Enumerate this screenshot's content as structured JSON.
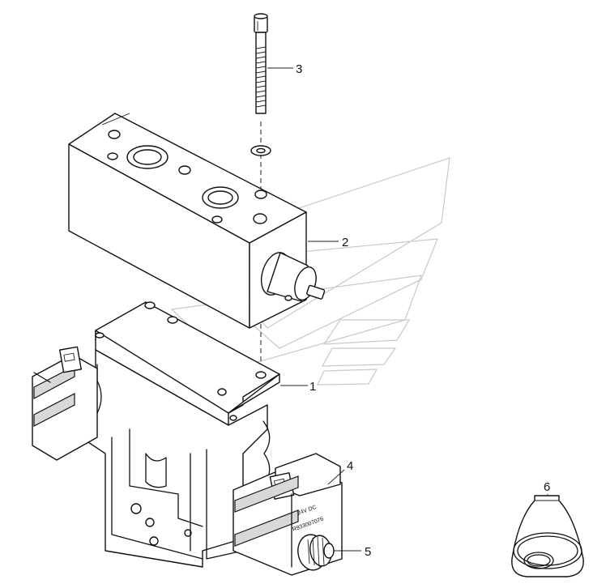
{
  "callouts": [
    {
      "id": "1",
      "label": "1"
    },
    {
      "id": "2",
      "label": "2"
    },
    {
      "id": "3",
      "label": "3"
    },
    {
      "id": "4",
      "label": "4"
    },
    {
      "id": "5",
      "label": "5"
    },
    {
      "id": "6",
      "label": "6"
    }
  ],
  "coil_markings": {
    "voltage": "24V DC",
    "part_number": "R933007076"
  }
}
